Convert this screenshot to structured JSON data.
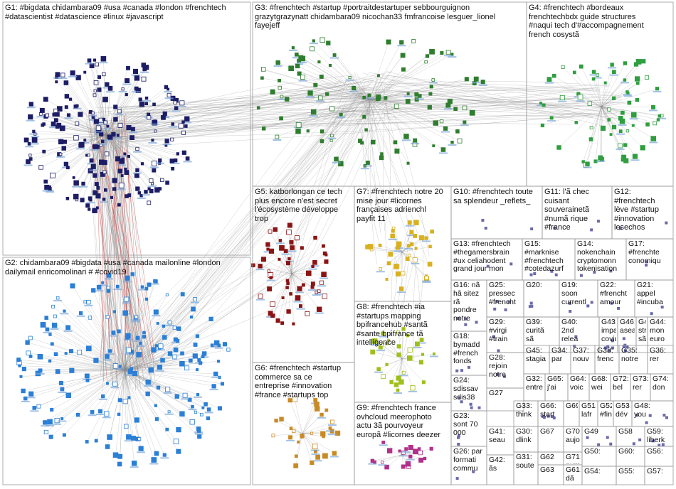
{
  "graph": {
    "colors": {
      "background": "#ffffff",
      "panel_border": "#9a9a9a",
      "edge": "#8a8a8a",
      "edge_red": "#c02020",
      "g1": "#1d1d66",
      "g2": "#2b7fd6",
      "g3": "#2f7d2f",
      "g4": "#2f9e3f",
      "g5": "#8a1414",
      "g6": "#c98a24",
      "g7": "#d8b020",
      "g8": "#9fbf1a",
      "g9": "#b0308a",
      "misc": "#6a6aaa"
    },
    "groups": [
      {
        "id": "G1",
        "lines": [
          "G1: #bigdata chidambara09 #usa #canada #london #frenchtech",
          "#datascientist #datascience #linux #javascript"
        ]
      },
      {
        "id": "G2",
        "lines": [
          "G2: chidambara09 #bigdata #usa #canada mailonline #london",
          "dailymail enricomolinari # #covid19"
        ]
      },
      {
        "id": "G3",
        "lines": [
          "G3: #frenchtech #startup #portraitdestartuper sebbourguignon",
          "grazytgrazynatt chidambara09 nicochan33 fmfrancoise lesguer_lionel",
          "fayejeff"
        ]
      },
      {
        "id": "G4",
        "lines": [
          "G4: #frenchtech #bordeaux",
          "frenchtechbdx guide structures",
          "#naqui tech d'#accompagnement",
          "french cosystã"
        ]
      },
      {
        "id": "G5",
        "lines": [
          "G5: katborlongan ce tech",
          "plus encore n'est secret",
          "l'écosystème développe",
          "trop"
        ]
      },
      {
        "id": "G6",
        "lines": [
          "G6: #frenchtech #startup",
          "commerce sa ce",
          "entreprise #innovation",
          "#france #startups top"
        ]
      },
      {
        "id": "G7",
        "lines": [
          "G7: #frenchtech notre 20",
          "mise jour #licornes",
          "françaises adrienchl",
          "payfit 11"
        ]
      },
      {
        "id": "G8",
        "lines": [
          "G8: #frenchtech #ia",
          "#startups mapping",
          "bpifrancehub #santã",
          "#sante bpifrance tã",
          "intelligence"
        ]
      },
      {
        "id": "G9",
        "lines": [
          "G9: #frenchtech france",
          "ovhcloud meerophoto",
          "actu 3ã pourvoyeur",
          "europã #licornes deezer"
        ]
      },
      {
        "id": "G10",
        "lines": [
          "G10: #frenchtech toute",
          "sa splendeur _reflets_"
        ]
      },
      {
        "id": "G11",
        "lines": [
          "G11: l'ã chec",
          "cuisant",
          "souverainetã",
          "#numã rique",
          "#france"
        ]
      },
      {
        "id": "G12",
        "lines": [
          "G12:",
          "#frenchtech",
          "lève #startup",
          "#innovation",
          "lesechos"
        ]
      },
      {
        "id": "G13",
        "lines": [
          "G13: #frenchtech",
          "#thegamersbrain",
          "#ux celiahodent",
          "grand jour mon"
        ]
      },
      {
        "id": "G14",
        "lines": [
          "G14:",
          "nokenchain",
          "cryptomonn",
          "tokenisation"
        ]
      },
      {
        "id": "G15",
        "lines": [
          "G15:",
          "#marknise",
          "#frenchtech",
          "#cotedazurf"
        ]
      },
      {
        "id": "G16",
        "lines": [
          "G16: nã",
          "hã sitez",
          "rã",
          "pondre",
          "notre"
        ]
      },
      {
        "id": "G17",
        "lines": [
          "G17:",
          "#frenchte",
          "conomiqu"
        ]
      },
      {
        "id": "G18",
        "lines": [
          "G18:",
          "bymadd",
          "#french",
          "fonds"
        ]
      },
      {
        "id": "G19",
        "lines": [
          "G19:",
          "soon",
          "currentl"
        ]
      },
      {
        "id": "G20",
        "lines": [
          "G20:"
        ]
      },
      {
        "id": "G21",
        "lines": [
          "G21:",
          "appel",
          "#incuba"
        ]
      },
      {
        "id": "G22",
        "lines": [
          "G22:",
          "#frencht",
          "amour"
        ]
      },
      {
        "id": "G23",
        "lines": [
          "G23:",
          "sont 70",
          "000"
        ]
      },
      {
        "id": "G24",
        "lines": [
          "G24:",
          "sdissav",
          "sdis38"
        ]
      },
      {
        "id": "G25",
        "lines": [
          "G25:",
          "pressec",
          "#frencht"
        ]
      },
      {
        "id": "G26",
        "lines": [
          "G26: par",
          "formati",
          "commu"
        ]
      },
      {
        "id": "G27",
        "lines": [
          "G27"
        ]
      },
      {
        "id": "G28",
        "lines": [
          "G28:",
          "rejoin",
          "notre"
        ]
      },
      {
        "id": "G29",
        "lines": [
          "G29:",
          "#virgi",
          "#train"
        ]
      },
      {
        "id": "G30",
        "lines": [
          "G30:",
          "dlink"
        ]
      },
      {
        "id": "G31",
        "lines": [
          "G31:",
          "soute"
        ]
      },
      {
        "id": "G32",
        "lines": [
          "G32:",
          "entre"
        ]
      },
      {
        "id": "G33",
        "lines": [
          "G33:",
          "think"
        ]
      },
      {
        "id": "G34",
        "lines": [
          "G34:",
          "par"
        ]
      },
      {
        "id": "G35",
        "lines": [
          "G35:",
          "notre"
        ]
      },
      {
        "id": "G36",
        "lines": [
          "G36:",
          "rer"
        ]
      },
      {
        "id": "G37",
        "lines": [
          "G37:",
          "nouv"
        ]
      },
      {
        "id": "G38",
        "lines": [
          "G38:",
          "frenc"
        ]
      },
      {
        "id": "G39",
        "lines": [
          "G39:",
          "curitã",
          "sã"
        ]
      },
      {
        "id": "G40",
        "lines": [
          "G40:",
          "2nd",
          "relea"
        ]
      },
      {
        "id": "G41",
        "lines": [
          "G41:",
          "seau"
        ]
      },
      {
        "id": "G42",
        "lines": [
          "G42:",
          "ãs"
        ]
      },
      {
        "id": "G43",
        "lines": [
          "G43:",
          "impactrã",
          "covid"
        ]
      },
      {
        "id": "G44",
        "lines": [
          "G44:",
          "mon",
          "euro"
        ]
      },
      {
        "id": "G45",
        "lines": [
          "G45:",
          "stagia"
        ]
      },
      {
        "id": "G46",
        "lines": [
          "G46:",
          "asea"
        ]
      },
      {
        "id": "G47",
        "lines": [
          "G47:",
          "stratã",
          "sã"
        ]
      },
      {
        "id": "G48",
        "lines": [
          "G48:",
          "you"
        ]
      },
      {
        "id": "G49",
        "lines": [
          "G49"
        ]
      },
      {
        "id": "G50",
        "lines": [
          "G50:"
        ]
      },
      {
        "id": "G51",
        "lines": [
          "G51:",
          "lafr"
        ]
      },
      {
        "id": "G52",
        "lines": [
          "G52:",
          "#fin"
        ]
      },
      {
        "id": "G53",
        "lines": [
          "G53:",
          "dév"
        ]
      },
      {
        "id": "G54",
        "lines": [
          "G54:"
        ]
      },
      {
        "id": "G55",
        "lines": [
          "G55:"
        ]
      },
      {
        "id": "G56",
        "lines": [
          "G56:"
        ]
      },
      {
        "id": "G57",
        "lines": [
          "G57:"
        ]
      },
      {
        "id": "G58",
        "lines": [
          "G58"
        ]
      },
      {
        "id": "G59",
        "lines": [
          "G59:",
          "liberk"
        ]
      },
      {
        "id": "G60",
        "lines": [
          "G60:"
        ]
      },
      {
        "id": "G61",
        "lines": [
          "G61:",
          "dã"
        ]
      },
      {
        "id": "G62",
        "lines": [
          "G62"
        ]
      },
      {
        "id": "G63",
        "lines": [
          "G63"
        ]
      },
      {
        "id": "G64",
        "lines": [
          "G64:",
          "voic"
        ]
      },
      {
        "id": "G65",
        "lines": [
          "G65:",
          "j'ai"
        ]
      },
      {
        "id": "G66",
        "lines": [
          "G66:",
          "start"
        ]
      },
      {
        "id": "G67",
        "lines": [
          "G67"
        ]
      },
      {
        "id": "G68",
        "lines": [
          "G68:",
          "wei"
        ]
      },
      {
        "id": "G69",
        "lines": [
          "G69"
        ]
      },
      {
        "id": "G70",
        "lines": [
          "G70:",
          "aujo"
        ]
      },
      {
        "id": "G71",
        "lines": [
          "G71:",
          "num"
        ]
      },
      {
        "id": "G72",
        "lines": [
          "G72:",
          "bel"
        ]
      },
      {
        "id": "G73",
        "lines": [
          "G73:",
          "rer"
        ]
      },
      {
        "id": "G74",
        "lines": [
          "G74:",
          "don"
        ]
      }
    ]
  }
}
